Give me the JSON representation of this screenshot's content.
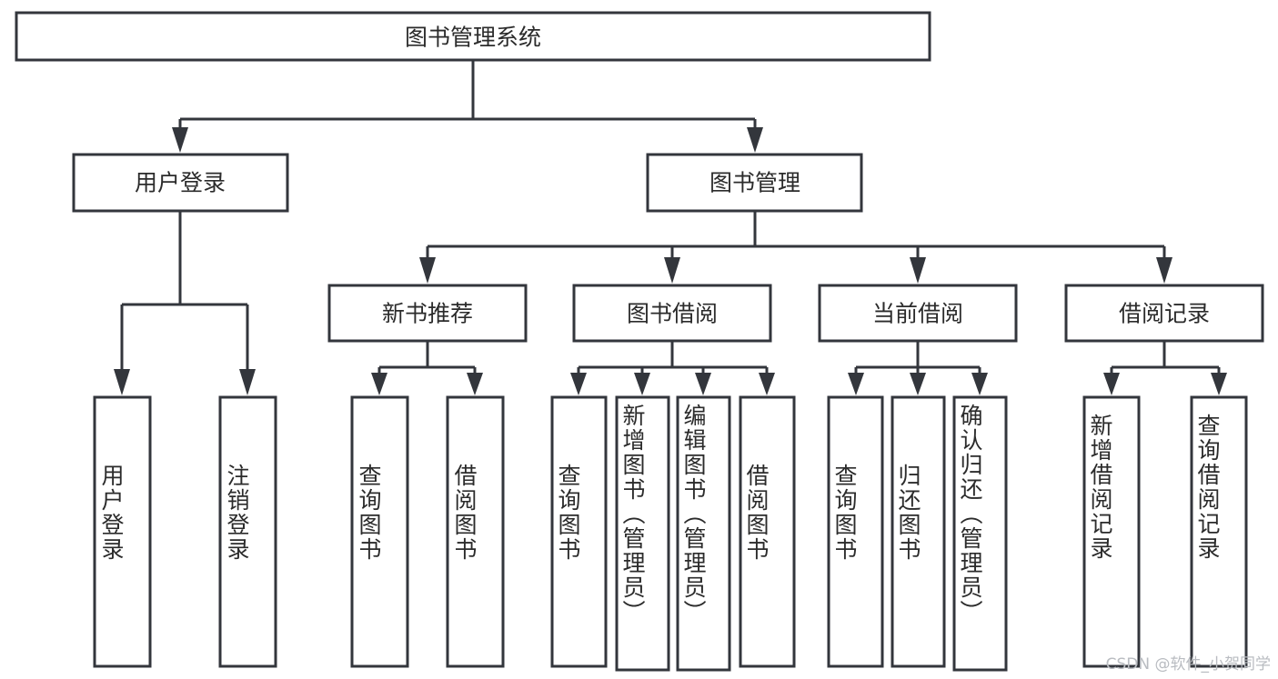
{
  "diagram": {
    "title": "图书管理系统",
    "watermark": "CSDN @软件_小贺同学",
    "colors": {
      "stroke": "#33363c",
      "fill": "#ffffff",
      "text": "#2b2b2b",
      "watermark": "#b9bcc1",
      "background": "#ffffff"
    },
    "root": {
      "label": "图书管理系统"
    },
    "level2": [
      {
        "label": "用户登录"
      },
      {
        "label": "图书管理"
      }
    ],
    "level3": [
      {
        "label": "新书推荐"
      },
      {
        "label": "图书借阅"
      },
      {
        "label": "当前借阅"
      },
      {
        "label": "借阅记录"
      }
    ],
    "leaves": {
      "user_login": [
        {
          "label": "用户登录"
        },
        {
          "label": "注销登录"
        }
      ],
      "new_book_recommend": [
        {
          "label": "查询图书"
        },
        {
          "label": "借阅图书"
        }
      ],
      "book_borrow": [
        {
          "label": "查询图书"
        },
        {
          "label": "新增图书（管理员）"
        },
        {
          "label": "编辑图书（管理员）"
        },
        {
          "label": "借阅图书"
        }
      ],
      "current_borrow": [
        {
          "label": "查询图书"
        },
        {
          "label": "归还图书"
        },
        {
          "label": "确认归还（管理员）"
        }
      ],
      "borrow_record": [
        {
          "label": "新增借阅记录"
        },
        {
          "label": "查询借阅记录"
        }
      ]
    }
  }
}
